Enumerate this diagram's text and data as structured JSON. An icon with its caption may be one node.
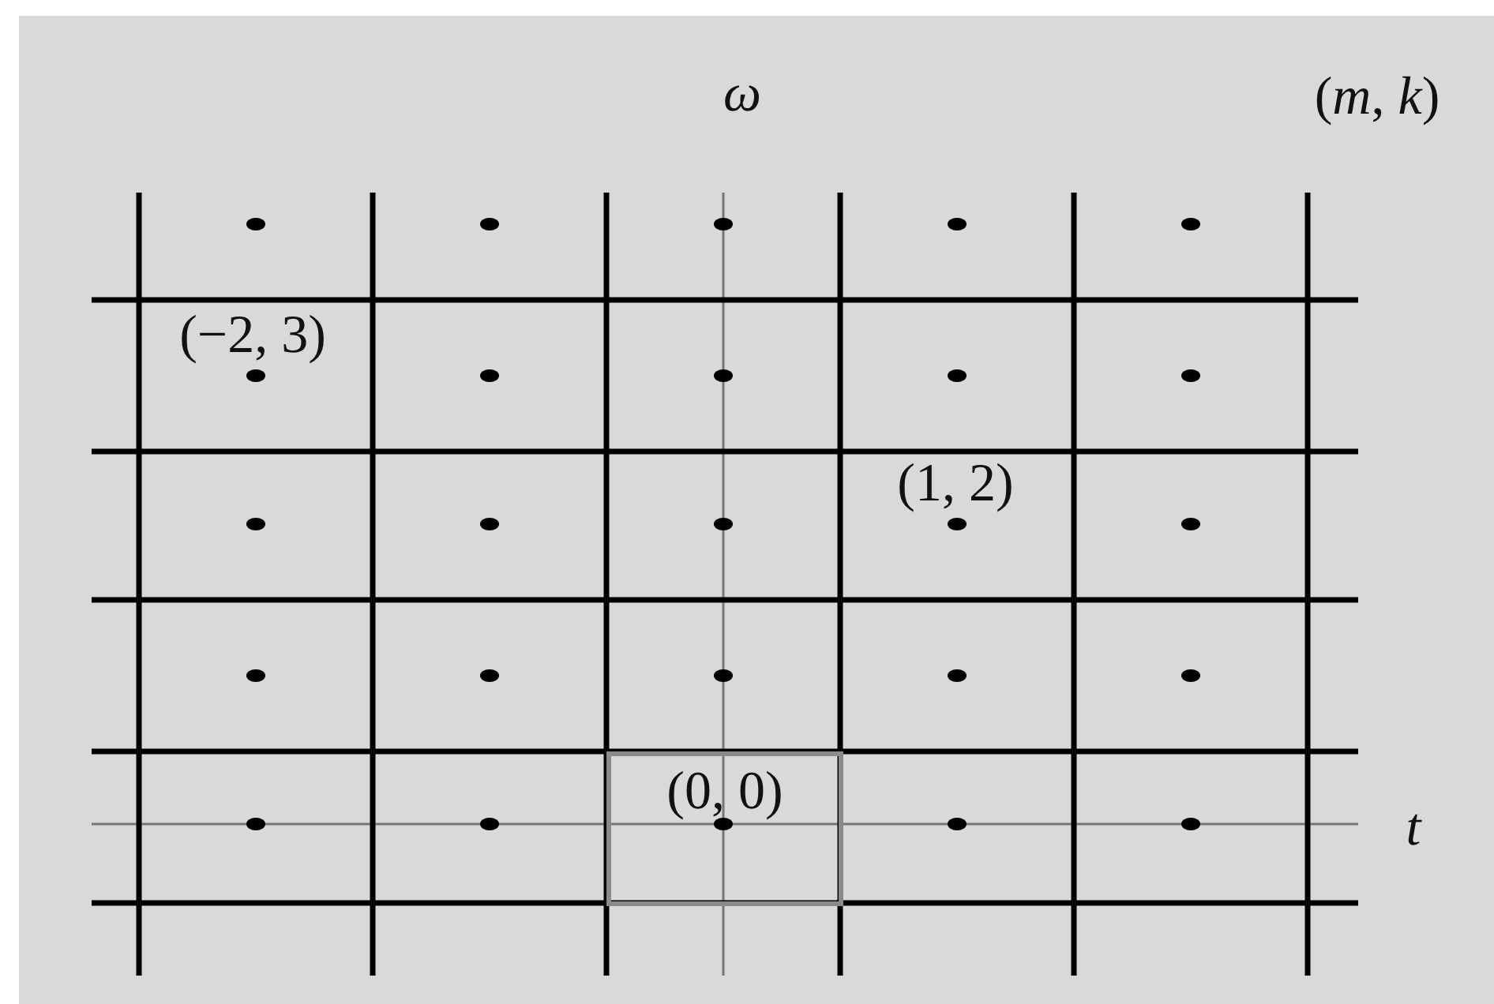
{
  "diagram": {
    "nodes": [
      {
        "text": [
          "(0, 0)"
        ]
      }
    ],
    "labels": [
      "(*m*, *k*)",
      "ω",
      "(−2, 3)",
      "(1, 2)",
      "t"
    ]
  }
}
